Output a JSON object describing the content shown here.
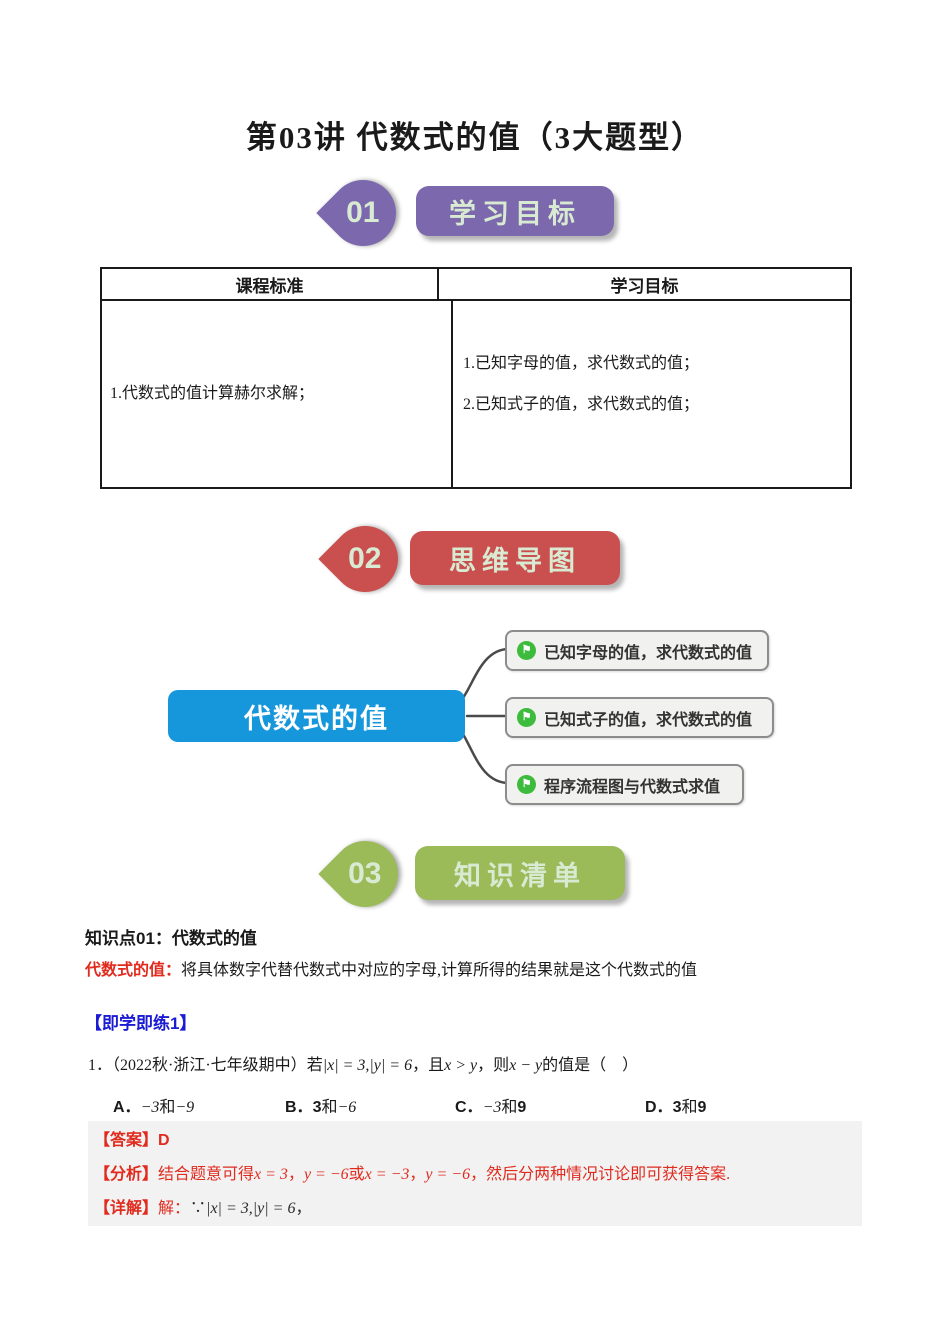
{
  "page_title": "第03讲 代数式的值（3大题型）",
  "colors": {
    "section1_purple": "#7c68ac",
    "section2_red": "#c9504e",
    "section3_green": "#9bbb59",
    "mindmap_root_blue": "#1697db",
    "branch_icon_green": "#3dbb3d",
    "answer_red": "#e02b1e",
    "practice_blue": "#1b1bd4",
    "answer_block_bg": "#f2f2f2"
  },
  "sections": {
    "s1": {
      "number": "01",
      "label": "学习目标"
    },
    "s2": {
      "number": "02",
      "label": "思维导图"
    },
    "s3": {
      "number": "03",
      "label": "知识清单"
    }
  },
  "table": {
    "header_left": "课程标准",
    "header_right": "学习目标",
    "left_item": "1.代数式的值计算赫尔求解；",
    "right_item1": "1.已知字母的值，求代数式的值；",
    "right_item2": "2.已知式子的值，求代数式的值；"
  },
  "mindmap": {
    "root": "代数式的值",
    "branch1": "已知字母的值，求代数式的值",
    "branch2": "已知式子的值，求代数式的值",
    "branch3": "程序流程图与代数式求值",
    "branch_icon": "flag-icon"
  },
  "knowledge": {
    "point_heading": "知识点01：代数式的值",
    "term": "代数式的值：",
    "definition": "将具体数字代替代数式中对应的字母,计算所得的结果就是这个代数式的值",
    "practice": "【即学即练1】"
  },
  "question": {
    "num": "1．",
    "source": "（2022秋·浙江·七年级期中）",
    "t1": "若",
    "m1": "|x| = 3,|y| = 6",
    "t2": "，且",
    "m2": "x > y",
    "t3": "，则",
    "m3": "x − y",
    "t4": "的值是（　）",
    "options": {
      "a": {
        "label": "A．",
        "p1": "−3",
        "mid": "和",
        "p2": "−9"
      },
      "b": {
        "label": "B．",
        "p1": "3",
        "mid": "和",
        "p2": "−6"
      },
      "c": {
        "label": "C．",
        "p1": "−3",
        "mid": "和",
        "p2": "9"
      },
      "d": {
        "label": "D．",
        "p1": "3",
        "mid": "和",
        "p2": "9"
      }
    }
  },
  "solution": {
    "ans_label": "【答案】",
    "ans": "D",
    "ana_label": "【分析】",
    "ana1": "结合题意可得",
    "anam1": "x = 3",
    "anac1": "，",
    "anam2": "y = −6",
    "ana2": "或",
    "anam3": "x = −3",
    "anac2": "，",
    "anam4": "y = −6",
    "ana3": "，然后分两种情况讨论即可获得答案.",
    "det_label": "【详解】",
    "det1": "解：",
    "det_because": "∵",
    "detm": "|x| = 3,|y| = 6",
    "det_comma": "，"
  }
}
